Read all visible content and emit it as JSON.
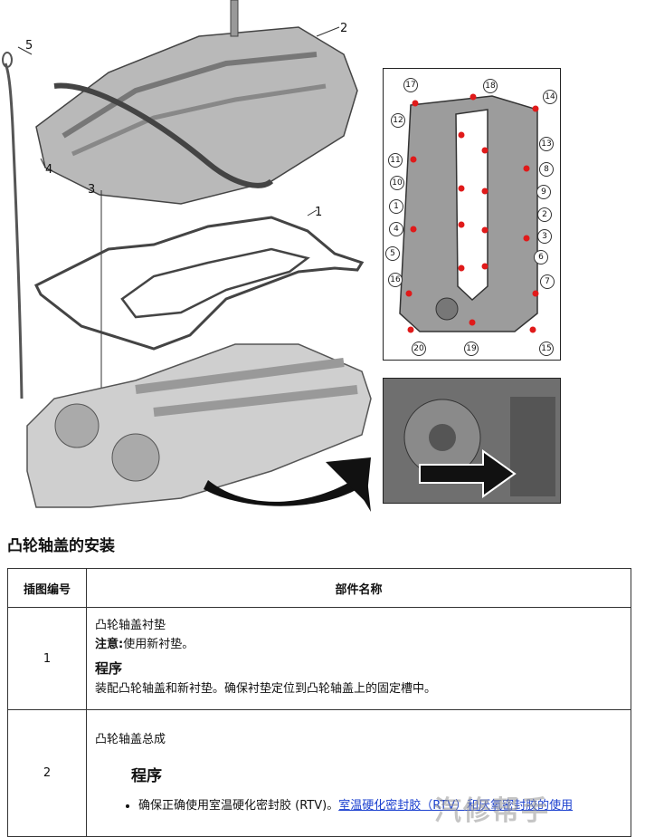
{
  "figure": {
    "callouts_main": [
      "5",
      "2",
      "4",
      "3",
      "1"
    ],
    "callouts_inset": [
      "17",
      "18",
      "14",
      "12",
      "13",
      "11",
      "8",
      "10",
      "9",
      "1",
      "2",
      "4",
      "3",
      "5",
      "6",
      "16",
      "7",
      "20",
      "19",
      "15"
    ]
  },
  "section": {
    "title": "凸轮轴盖的安装"
  },
  "table": {
    "headers": [
      "插图编号",
      "部件名称"
    ],
    "rows": [
      {
        "num": "1",
        "name": "凸轮轴盖衬垫",
        "note_label": "注意:",
        "note_text": "使用新衬垫。",
        "procedure_heading": "程序",
        "procedure_text": "装配凸轮轴盖和新衬垫。确保衬垫定位到凸轮轴盖上的固定槽中。"
      },
      {
        "num": "2",
        "name": "凸轮轴盖总成",
        "procedure_heading": "程序",
        "bullet_text": "确保正确使用室温硬化密封胶 (RTV)。",
        "bullet_link": "室温硬化密封胶（RTV）和厌氧密封胶的使用"
      }
    ]
  },
  "watermark": "汽修帮手"
}
